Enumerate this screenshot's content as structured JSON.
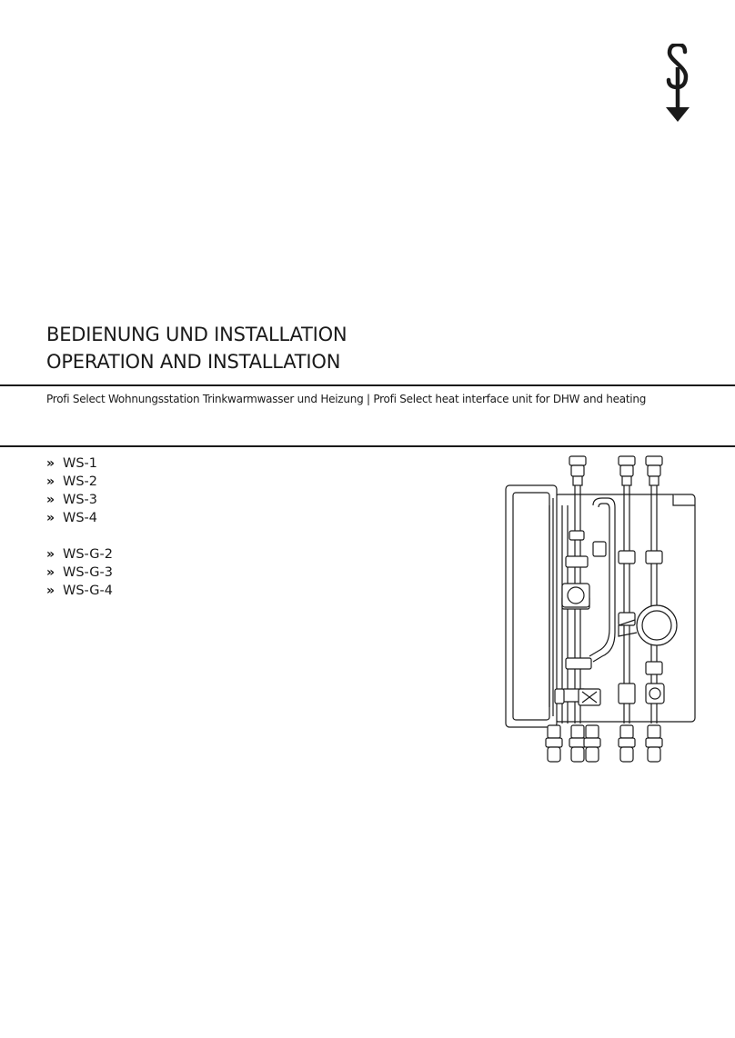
{
  "brand": {
    "logo_icon": "brand-logo-icon"
  },
  "cover": {
    "title_lines": [
      "BEDIENUNG UND INSTALLATION",
      "OPERATION AND INSTALLATION"
    ],
    "subtitle": "Profi Select Wohnungsstation Trinkwarmwasser und Heizung | Profi Select heat interface unit for DHW and heating",
    "bullet_glyph": "»",
    "models": [
      {
        "label": "WS-1"
      },
      {
        "label": "WS-2"
      },
      {
        "label": "WS-3"
      },
      {
        "label": "WS-4"
      },
      {
        "label": "WS-G-2"
      },
      {
        "label": "WS-G-3"
      },
      {
        "label": "WS-G-4"
      }
    ],
    "product_illustration": "heat-interface-unit-drawing"
  },
  "colors": {
    "ink": "#1a1a1a",
    "background": "#ffffff"
  }
}
